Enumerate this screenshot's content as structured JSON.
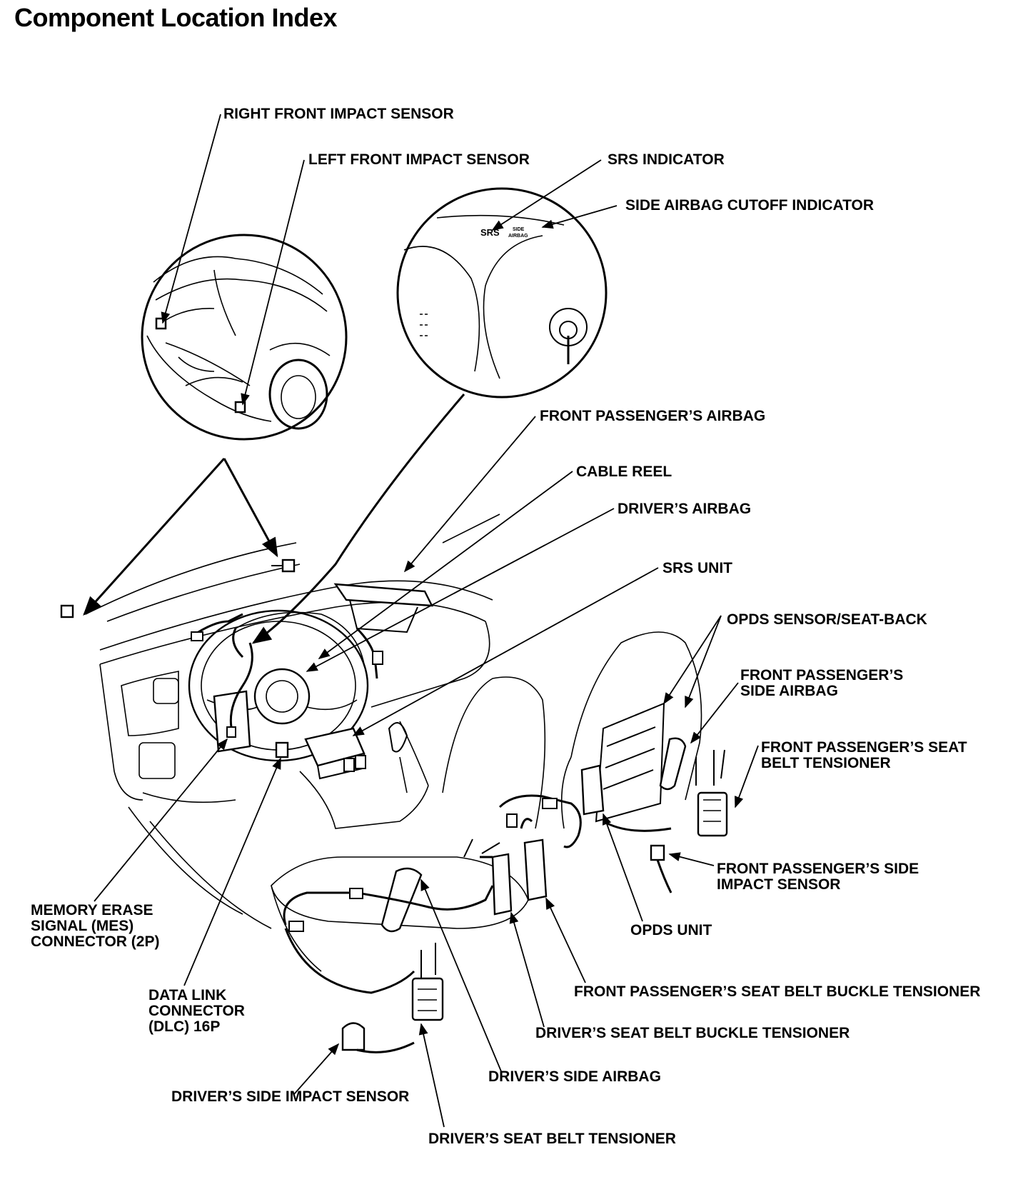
{
  "title": "Component Location Index",
  "dash_indicators": {
    "srs": "SRS",
    "side_line1": "SIDE",
    "side_line2": "AIRBAG"
  },
  "labels": {
    "right_front_impact_sensor": "RIGHT FRONT IMPACT SENSOR",
    "left_front_impact_sensor": "LEFT FRONT IMPACT SENSOR",
    "srs_indicator": "SRS INDICATOR",
    "side_airbag_cutoff_indicator": "SIDE AIRBAG CUTOFF INDICATOR",
    "front_passengers_airbag": "FRONT PASSENGER’S AIRBAG",
    "cable_reel": "CABLE REEL",
    "drivers_airbag": "DRIVER’S AIRBAG",
    "srs_unit": "SRS UNIT",
    "opds_sensor_seat_back": "OPDS SENSOR/SEAT-BACK",
    "front_passengers_side_airbag": [
      "FRONT PASSENGER’S",
      "SIDE AIRBAG"
    ],
    "front_passengers_seat_belt_tensioner": [
      "FRONT PASSENGER’S SEAT",
      "BELT TENSIONER"
    ],
    "front_passengers_side_impact_sensor": [
      "FRONT PASSENGER’S SIDE",
      "IMPACT SENSOR"
    ],
    "opds_unit": "OPDS UNIT",
    "memory_erase_signal_connector": [
      "MEMORY ERASE",
      "SIGNAL (MES)",
      "CONNECTOR (2P)"
    ],
    "data_link_connector": [
      "DATA LINK",
      "CONNECTOR",
      "(DLC) 16P"
    ],
    "front_passengers_seat_belt_buckle_tensioner": "FRONT PASSENGER’S SEAT BELT BUCKLE TENSIONER",
    "drivers_seat_belt_buckle_tensioner": "DRIVER’S SEAT BELT BUCKLE TENSIONER",
    "drivers_side_airbag": "DRIVER’S SIDE AIRBAG",
    "drivers_side_impact_sensor": "DRIVER’S SIDE IMPACT SENSOR",
    "drivers_seat_belt_tensioner": "DRIVER’S SEAT BELT TENSIONER"
  }
}
